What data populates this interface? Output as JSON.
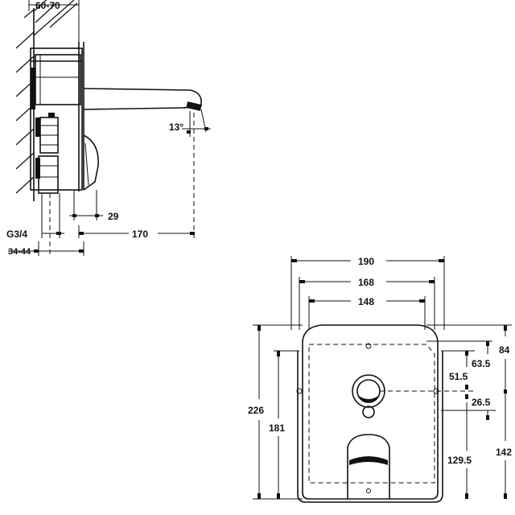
{
  "side_view": {
    "wall_depth": "60-70",
    "spout_angle": "13°",
    "inlet_offset": "29",
    "connection_thread": "G3/4",
    "connection_range": "34-44",
    "spout_projection": "170"
  },
  "front_view": {
    "plate_width": "190",
    "inner_width": "168",
    "mount_width": "148",
    "top_to_center_a": "84",
    "top_to_center_b": "63.5",
    "top_to_center_c": "51.5",
    "center_offset": "26.5",
    "center_to_bottom_a": "129.5",
    "center_to_bottom_b": "142",
    "plate_height": "226",
    "inner_height": "181"
  }
}
